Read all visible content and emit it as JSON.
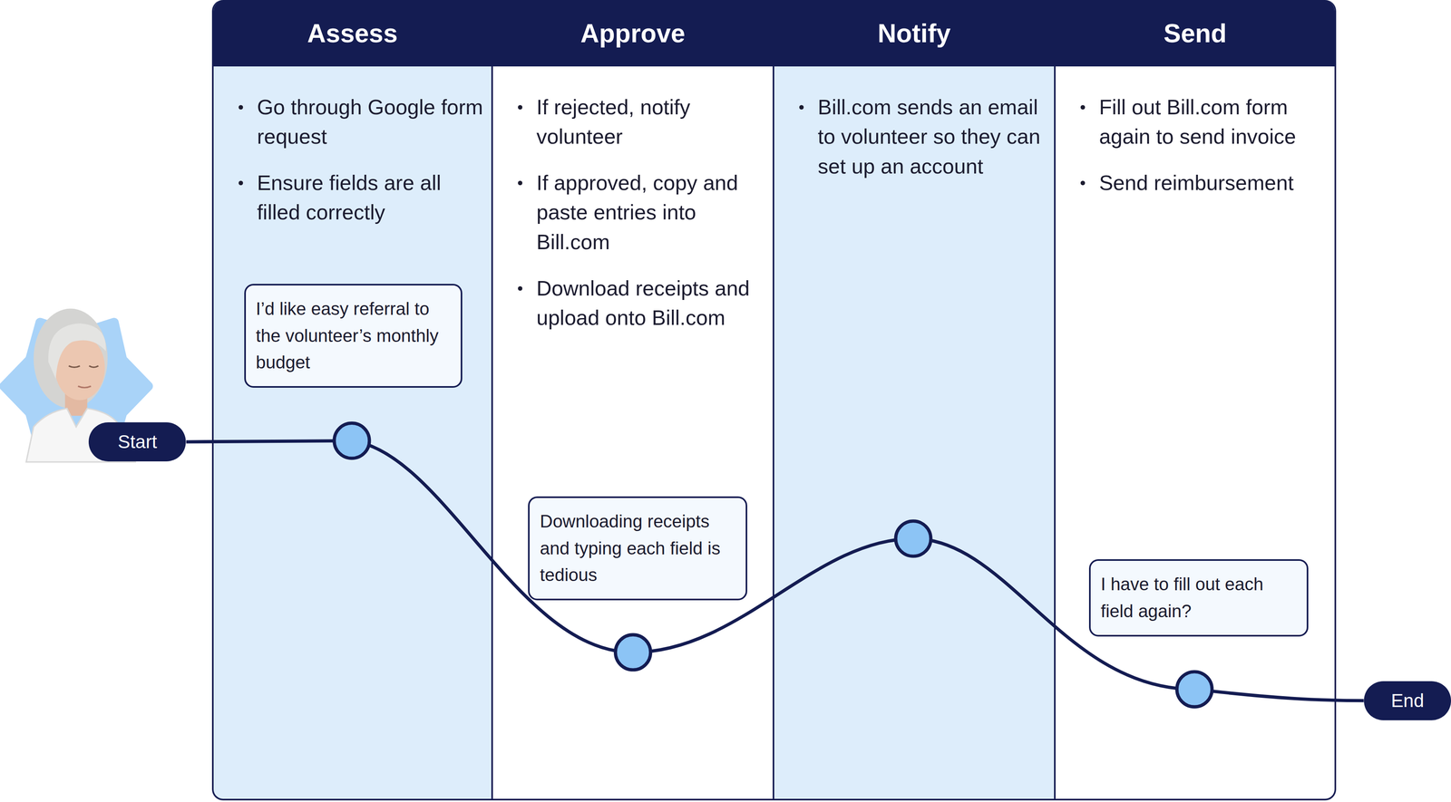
{
  "diagram": {
    "nodes": [
      {
        "text": [
          "Assess",
          "Go through Google form request",
          "Ensure fields are all filled correctly"
        ]
      },
      {
        "text": [
          "I’d like easy referral to the volunteer’s monthly budget"
        ],
        "in": 0
      },
      {
        "text": [
          "Approve",
          "If rejected, notify volunteer",
          "If approved, copy and paste entries into Bill.com",
          "Download receipts and upload onto Bill.com"
        ]
      },
      {
        "text": [
          "Downloading receipts and typing each field is tedious"
        ],
        "in": 2
      },
      {
        "text": [
          "Notify",
          "Bill.com sends an email to volunteer so they can set up an account"
        ]
      },
      {
        "text": [
          "Send",
          "Fill out Bill.com form again to send invoice",
          "Send reimbursement"
        ]
      },
      {
        "text": [
          "I have to fill out each field again?"
        ],
        "in": 5
      },
      {
        "text": [
          "Start"
        ]
      },
      {
        "text": [
          "End"
        ]
      }
    ],
    "edges": [
      {
        "from": 7,
        "to": 8,
        "arrow": "none"
      }
    ]
  }
}
